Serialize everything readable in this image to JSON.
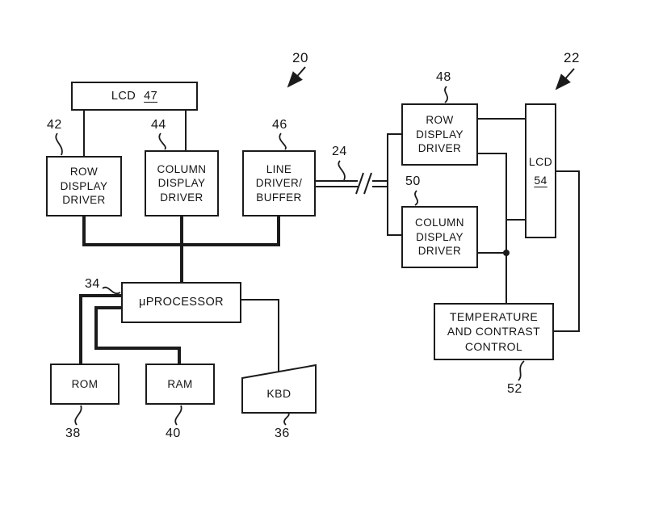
{
  "figure": {
    "background": "#ffffff",
    "ink": "#1b1b1b"
  },
  "boxes": {
    "lcd_top": {
      "label": "LCD",
      "ref": "47"
    },
    "row_driver_left": {
      "label": "ROW\nDISPLAY\nDRIVER"
    },
    "column_driver_left": {
      "label": "COLUMN\nDISPLAY\nDRIVER"
    },
    "line_driver_buffer": {
      "label": "LINE\nDRIVER/\nBUFFER"
    },
    "microprocessor": {
      "label": "μPROCESSOR"
    },
    "rom": {
      "label": "ROM"
    },
    "ram": {
      "label": "RAM"
    },
    "kbd": {
      "label": "KBD"
    },
    "row_driver_right": {
      "label": "ROW\nDISPLAY\nDRIVER"
    },
    "column_driver_right": {
      "label": "COLUMN\nDISPLAY\nDRIVER"
    },
    "lcd_right": {
      "label": "LCD",
      "ref": "54"
    },
    "temp_contrast": {
      "label": "TEMPERATURE\nAND CONTRAST\nCONTROL"
    }
  },
  "reference_numerals": {
    "n20": "20",
    "n22": "22",
    "n24": "24",
    "n34": "34",
    "n36": "36",
    "n38": "38",
    "n40": "40",
    "n42": "42",
    "n44": "44",
    "n46": "46",
    "n48": "48",
    "n50": "50",
    "n52": "52"
  }
}
